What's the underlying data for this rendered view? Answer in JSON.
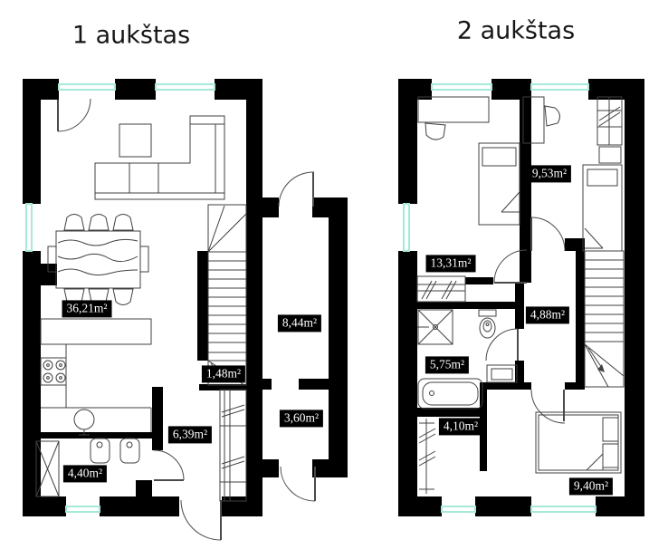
{
  "page": {
    "background": "#ffffff"
  },
  "colors": {
    "wall": "#000000",
    "window": "#a5ead9",
    "furniture_line": "#404040",
    "label_bg": "#000000",
    "label_text": "#ffffff",
    "title_text": "#161616"
  },
  "floors": [
    {
      "title": "1 aukštas",
      "rooms": [
        {
          "name": "living-kitchen",
          "area": "36,21m²"
        },
        {
          "name": "storage-top",
          "area": "8,44m²"
        },
        {
          "name": "stair-vestibule",
          "area": "1,48m²"
        },
        {
          "name": "hallway",
          "area": "6,39m²"
        },
        {
          "name": "storage-bottom",
          "area": "3,60m²"
        },
        {
          "name": "bathroom",
          "area": "4,40m²"
        }
      ]
    },
    {
      "title": "2 aukštas",
      "rooms": [
        {
          "name": "bedroom-small",
          "area": "9,53m²"
        },
        {
          "name": "bedroom-large",
          "area": "13,31m²"
        },
        {
          "name": "hall",
          "area": "4,88m²"
        },
        {
          "name": "bathroom",
          "area": "5,75m²"
        },
        {
          "name": "wardrobe",
          "area": "4,10m²"
        },
        {
          "name": "bedroom-master",
          "area": "9,40m²"
        }
      ]
    }
  ]
}
